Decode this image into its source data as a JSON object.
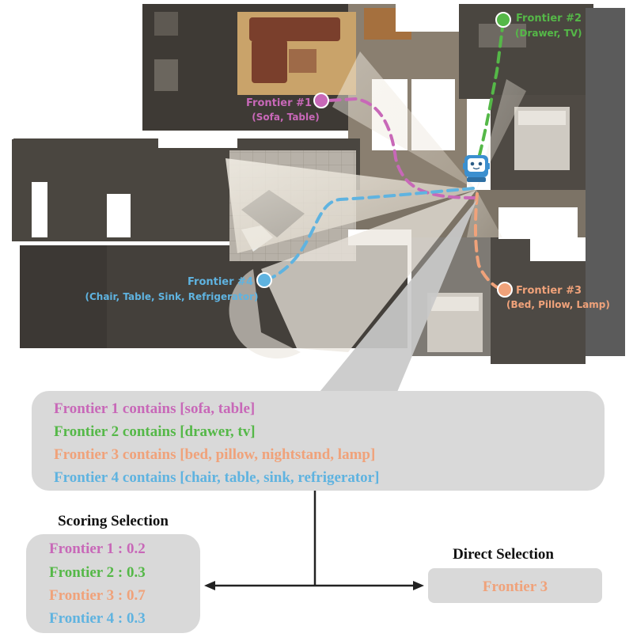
{
  "colors": {
    "frontier1": "#c868b8",
    "frontier2": "#55b848",
    "frontier3": "#f0a27a",
    "frontier4": "#5fb3e0",
    "panel": "#d9d9d9"
  },
  "map": {
    "robot": "robot-icon",
    "frontiers": [
      {
        "title": "Frontier #1",
        "objects": "(Sofa, Table)"
      },
      {
        "title": "Frontier #2",
        "objects": "(Drawer, TV)"
      },
      {
        "title": "Frontier #3",
        "objects": "(Bed, Pillow, Lamp)"
      },
      {
        "title": "Frontier #4",
        "objects": "(Chair, Table, Sink, Refrigerator)"
      }
    ]
  },
  "contents": [
    {
      "label": "Frontier 1 contains",
      "items": "[sofa, table]"
    },
    {
      "label": "Frontier 2 contains",
      "items": "[drawer, tv]"
    },
    {
      "label": "Frontier 3 contains",
      "items": "[bed, pillow, nightstand, lamp]"
    },
    {
      "label": "Frontier 4 contains",
      "items": "[chair, table, sink, refrigerator]"
    }
  ],
  "scoring": {
    "title": "Scoring Selection",
    "rows": [
      "Frontier 1 : 0.2",
      "Frontier 2 : 0.3",
      "Frontier 3 : 0.7",
      "Frontier 4 : 0.3"
    ]
  },
  "direct": {
    "title": "Direct Selection",
    "value": "Frontier 3"
  }
}
